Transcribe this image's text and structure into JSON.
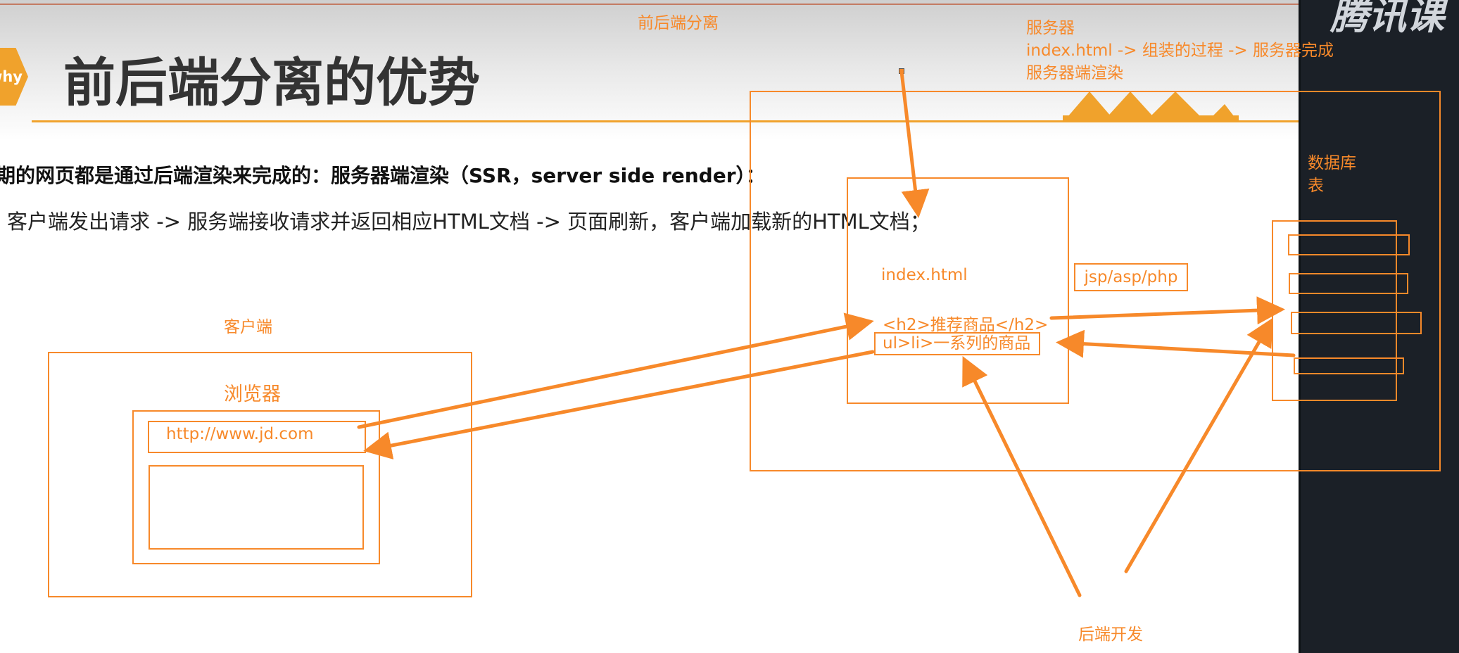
{
  "slide": {
    "badge": "why",
    "title": "前后端分离的优势",
    "bullet1": "期的网页都是通过后端渲染来完成的：服务器端渲染（SSR，server side render）：",
    "bullet2": "客户端发出请求 -> 服务端接收请求并返回相应HTML文档 -> 页面刷新，客户端加载新的HTML文档；"
  },
  "side_panel": {
    "logo_text": "腾讯课"
  },
  "annotations": {
    "top_label": "前后端分离",
    "server_title": "服务器",
    "server_line1": "index.html -> 组装的过程 -> 服务器完成",
    "server_line2": "服务器端渲染",
    "client_label": "客户端",
    "browser_label": "浏览器",
    "url": "http://www.jd.com",
    "index_file": "index.html",
    "h2_code": "<h2>推荐商品</h2>",
    "ul_code": "ul>li>一系列的商品",
    "tech": "jsp/asp/php",
    "db_line1": "数据库",
    "db_line2": "表",
    "backend_label": "后端开发"
  },
  "colors": {
    "annotation_orange": "#f7892a",
    "accent_orange": "#f0a22c",
    "title_text": "#333333",
    "side_panel": "#1b2027"
  }
}
